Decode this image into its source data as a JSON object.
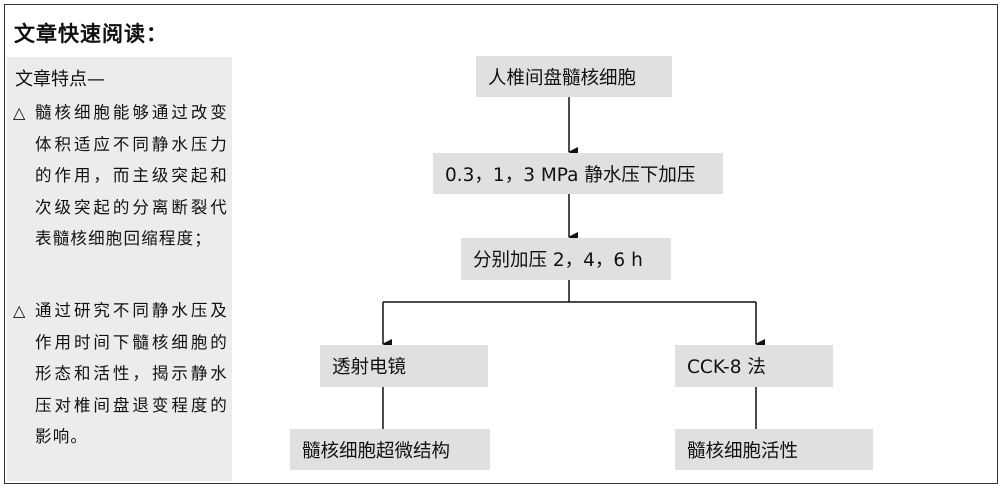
{
  "header": {
    "title": "文章快速阅读："
  },
  "sidebar": {
    "title": "文章特点—",
    "features": [
      {
        "mark": "△",
        "text": "髓核细胞能够通过改变体积适应不同静水压力的作用，而主级突起和次级突起的分离断裂代表髓核细胞回缩程度；"
      },
      {
        "mark": "△",
        "text": "通过研究不同静水压及作用时间下髓核细胞的形态和活性，揭示静水压对椎间盘退变程度的影响。"
      }
    ]
  },
  "flow": {
    "cells": "人椎间盘髓核细胞",
    "pressure": "0.3，1，3 MPa 静水压下加压",
    "duration": "分别加压 2，4，6 h",
    "tem": "透射电镜",
    "cck": "CCK-8 法",
    "ultrastructure": "髓核细胞超微结构",
    "viability": "髓核细胞活性"
  }
}
